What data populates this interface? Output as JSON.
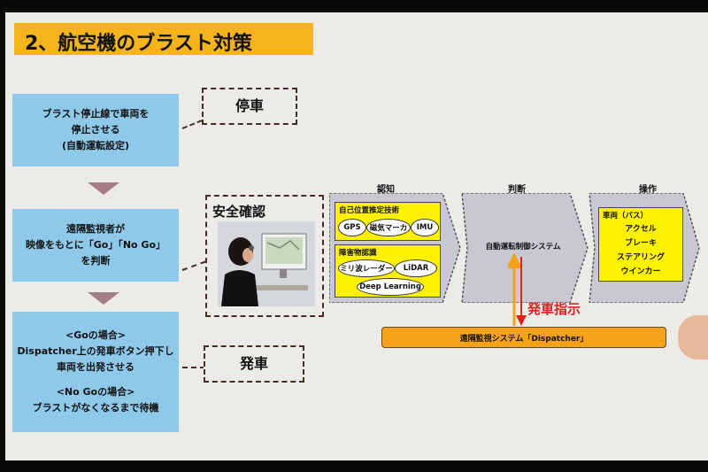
{
  "title": "2、航空機のブラスト対策",
  "steps": [
    {
      "lines": [
        "ブラスト停止線で車両を",
        "停止させる",
        "(自動運転設定)"
      ]
    },
    {
      "lines": [
        "遠隔監視者が",
        "映像をもとに「Go」「No Go」",
        "を判断"
      ]
    },
    {
      "lines": [
        "<Goの場合>",
        "Dispatcher上の発車ボタン押下し",
        "車両を出発させる",
        "",
        "<No Goの場合>",
        "ブラストがなくなるまで待機"
      ]
    }
  ],
  "callouts": {
    "stop": "停車",
    "safety": "安全確認",
    "depart": "発車"
  },
  "sections": {
    "recognition": {
      "label": "認知",
      "localization": {
        "title": "自己位置推定技術",
        "items": [
          "GPS",
          "磁気マーカ",
          "IMU"
        ]
      },
      "obstacle": {
        "title": "障害物認識",
        "items": [
          "ミリ波レーダー",
          "LiDAR",
          "Deep Learning"
        ]
      }
    },
    "judgment": {
      "label": "判断",
      "content": "自動運転制御システム"
    },
    "operation": {
      "label": "操作",
      "title": "車両（バス）",
      "items": [
        "アクセル",
        "ブレーキ",
        "ステアリング",
        "ウインカー"
      ]
    }
  },
  "dispatch": {
    "label": "遠隔監視システム「Dispatcher」",
    "instruction": "発車指示"
  },
  "colors": {
    "title_bg": "#f5b41c",
    "step_bg": "#8ec9ea",
    "chevron": "#c9c7d2",
    "yellow": "#fff200",
    "orange": "#f5a11a",
    "red": "#e0201c"
  }
}
